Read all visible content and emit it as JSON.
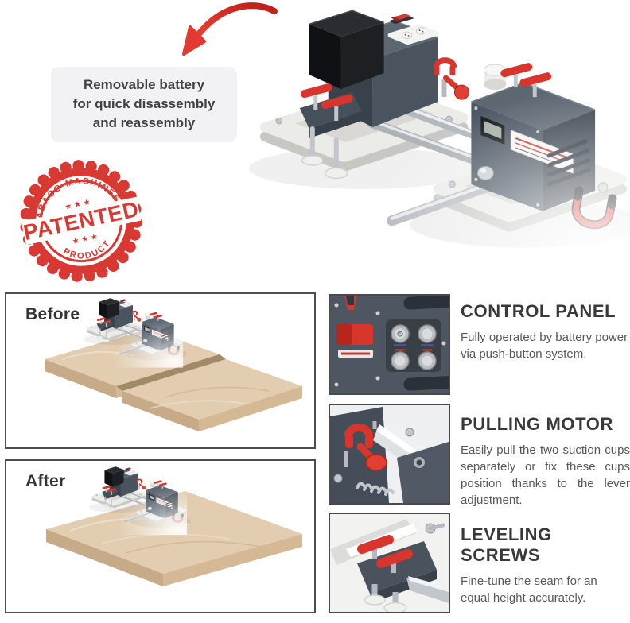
{
  "callout": {
    "lines": [
      "Removable battery",
      "for quick disassembly",
      "and reassembly"
    ]
  },
  "stamp": {
    "arc_top": "ABACO MACHINES",
    "word": "PATENTED",
    "arc_bottom": "PRODUCT",
    "stars": "★ ★ ★",
    "color": "#d7312a"
  },
  "panels": {
    "before": {
      "label": "Before"
    },
    "after": {
      "label": "After"
    }
  },
  "features": [
    {
      "title": "CONTROL PANEL",
      "lines": [
        "Fully operated by battery power",
        "via push-button system."
      ]
    },
    {
      "title": "PULLING MOTOR",
      "lines": [
        "Easily pull the two suction cups",
        "separately or fix these cups",
        "position thanks to the lever",
        "adjustment."
      ]
    },
    {
      "title": "LEVELING SCREWS",
      "lines": [
        "Fine-tune the seam for an",
        "equal height accurately."
      ]
    }
  ],
  "colors": {
    "accent_red": "#d8352c",
    "machine_slate": "#4d5864",
    "suction_pad": "#ebebe8",
    "stone_beige": "#ddc7aa",
    "callout_bg": "#f2f2f4",
    "heading_text": "#39393b",
    "body_text": "#58585a"
  }
}
